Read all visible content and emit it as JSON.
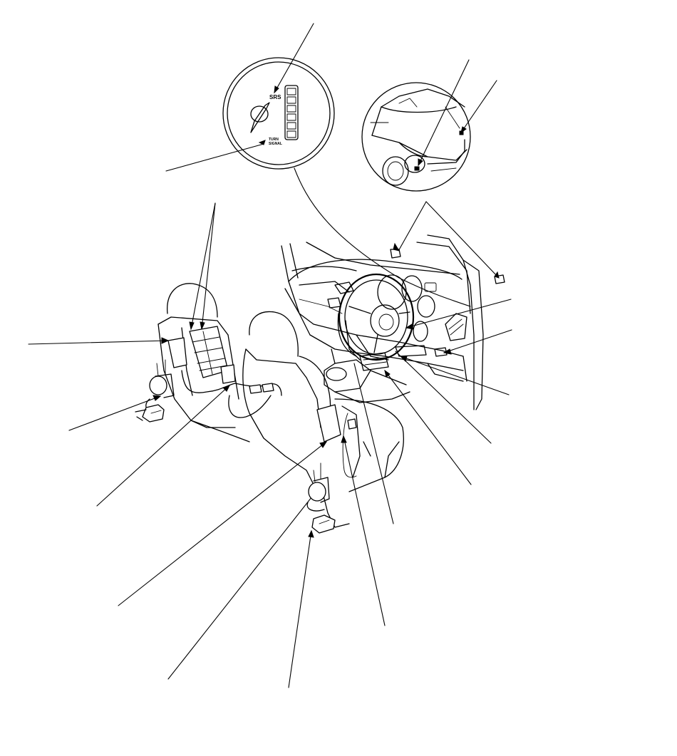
{
  "gauge_inset": {
    "indicator_text": "SRS",
    "warning_text_line1": "TURN",
    "warning_text_line2": "SIGNAL"
  }
}
